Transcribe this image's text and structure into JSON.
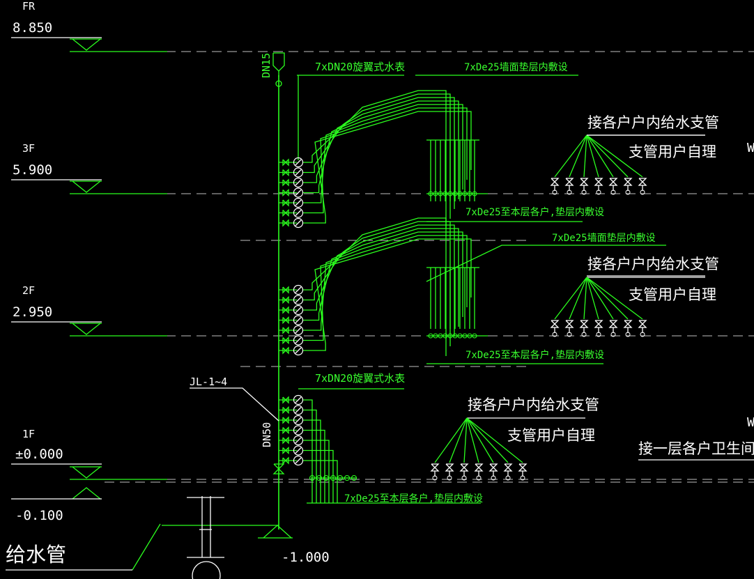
{
  "colors": {
    "background": "#000000",
    "pipe": "#2bff1e",
    "text_white": "#ffffff",
    "text_green": "#39ff2e",
    "dashed_line": "#bfbfbf"
  },
  "levels": [
    {
      "floor": "FR",
      "elevation": "8.850"
    },
    {
      "floor": "3F",
      "elevation": "5.900"
    },
    {
      "floor": "2F",
      "elevation": "2.950"
    },
    {
      "floor": "1F",
      "elevation": "±0.000"
    }
  ],
  "bottom_levels": [
    "-0.100",
    "-1.000"
  ],
  "riser": {
    "top_size": "DN15",
    "bottom_size": "DN50",
    "tag": "JL-1~4"
  },
  "annotations": {
    "meter_3f": "7xDN20旋翼式水表",
    "wall_3f": "7xDe25墙面垫层内敷设",
    "floor_3f": "7xDe25至本层各户,垫层内敷设",
    "wall_2f": "7xDe25墙面垫层内敷设",
    "floor_2f": "7xDe25至本层各户,垫层内敷设",
    "meter_1f": "7xDN20旋翼式水表",
    "floor_1f": "7xDe25至本层各户,垫层内敷设"
  },
  "branch_notes": {
    "connect_label": "接各户户内给水支管",
    "user_label": "支管用户自理"
  },
  "sewer_note": "接一层各户卫生间污水管",
  "supply_label": "给水管",
  "edge_letters": [
    "W",
    "W"
  ]
}
